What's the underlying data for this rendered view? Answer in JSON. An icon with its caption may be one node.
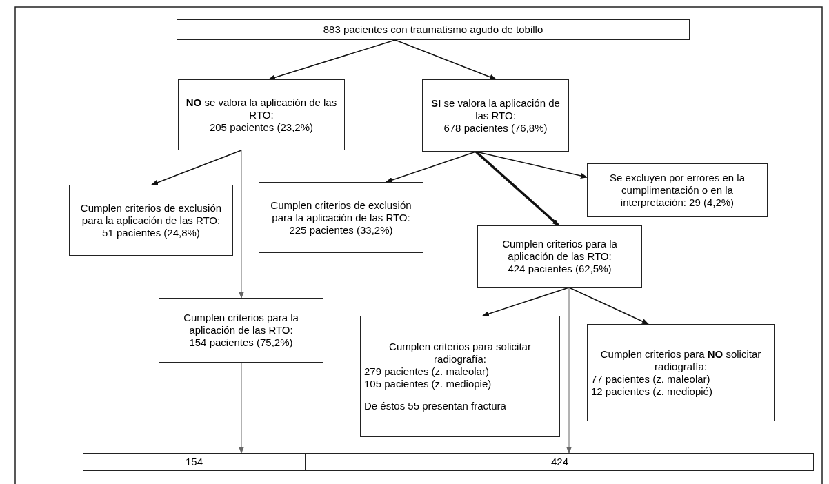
{
  "diagram": {
    "nodes": [
      {
        "text": [
          "883 pacientes con traumatismo agudo de tobillo"
        ]
      },
      {
        "text": [
          "**NO** se valora la aplicación de las RTO:",
          "205 pacientes (23,2%)"
        ]
      },
      {
        "text": [
          "**SI** se valora la aplicación de las RTO:",
          "678 pacientes (76,8%)"
        ]
      },
      {
        "text": [
          "Se excluyen por errores en la cumplimentación o en la interpretación: 29 (4,2%)"
        ]
      },
      {
        "text": [
          "Cumplen criterios de exclusión para la aplicación de las RTO:",
          "51 pacientes (24,8%)"
        ]
      },
      {
        "text": [
          "Cumplen criterios de exclusión para la aplicación de las RTO:",
          "225 pacientes (33,2%)"
        ]
      },
      {
        "text": [
          "Cumplen criterios para la aplicación de las RTO:",
          "424 pacientes (62,5%)"
        ]
      },
      {
        "text": [
          "Cumplen criterios para la aplicación de las RTO:",
          "154 pacientes (75,2%)"
        ]
      },
      {
        "text": [
          "Cumplen criterios para solicitar radiografía:",
          "279 pacientes (z. maleolar)",
          "105 pacientes (z. mediopie)",
          "De éstos 55 presentan fractura"
        ]
      },
      {
        "text": [
          "Cumplen criterios para **NO** solicitar radiografía:",
          "77 pacientes (z. maleolar)",
          "12 pacientes (z. mediopié)"
        ]
      },
      {
        "text": [
          "154"
        ]
      },
      {
        "text": [
          "424"
        ]
      }
    ],
    "edges": [
      {
        "from": 0,
        "to": 1,
        "arrow": "to"
      },
      {
        "from": 0,
        "to": 2,
        "arrow": "to"
      },
      {
        "from": 1,
        "to": 4,
        "arrow": "to"
      },
      {
        "from": 1,
        "to": 7,
        "arrow": "to",
        "color": "#666666"
      },
      {
        "from": 2,
        "to": 5,
        "arrow": "to"
      },
      {
        "from": 2,
        "to": 6,
        "arrow": "to",
        "style": "thick"
      },
      {
        "from": 2,
        "to": 3,
        "arrow": "to"
      },
      {
        "from": 6,
        "to": 8,
        "arrow": "to"
      },
      {
        "from": 6,
        "to": 9,
        "arrow": "to"
      },
      {
        "from": 6,
        "to": 11,
        "arrow": "to",
        "color": "#666666"
      },
      {
        "from": 7,
        "to": 10,
        "arrow": "to",
        "color": "#666666"
      }
    ]
  }
}
